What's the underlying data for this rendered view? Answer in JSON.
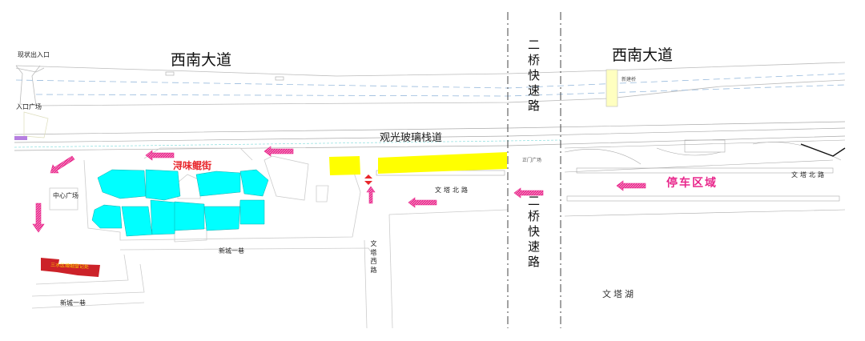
{
  "map": {
    "roads": {
      "xinan_avenue": "西南大道",
      "erqiao_expressway": "二桥快速路",
      "glass_walkway": "观光玻璃栈道",
      "wenta_north_road": "文塔北路",
      "wenta_west_road": "文塔西路",
      "xincheng_lane": "新城一巷",
      "new_bridge": "新建桥"
    },
    "places": {
      "existing_entrance": "现状出入口",
      "entrance_plaza": "入口广场",
      "central_plaza": "中心广场",
      "food_street": "浔味鲲街",
      "registry_office": "三水区婚姻登记处",
      "main_gate_plaza": "正门广场",
      "parking_area": "停车区域",
      "wenta_lake": "文塔湖"
    },
    "colors": {
      "building": "#00ffff",
      "highlight": "#ffff00",
      "arrow": "#e8268b",
      "registry": "#cc2229",
      "label_red": "#e8262b"
    }
  }
}
